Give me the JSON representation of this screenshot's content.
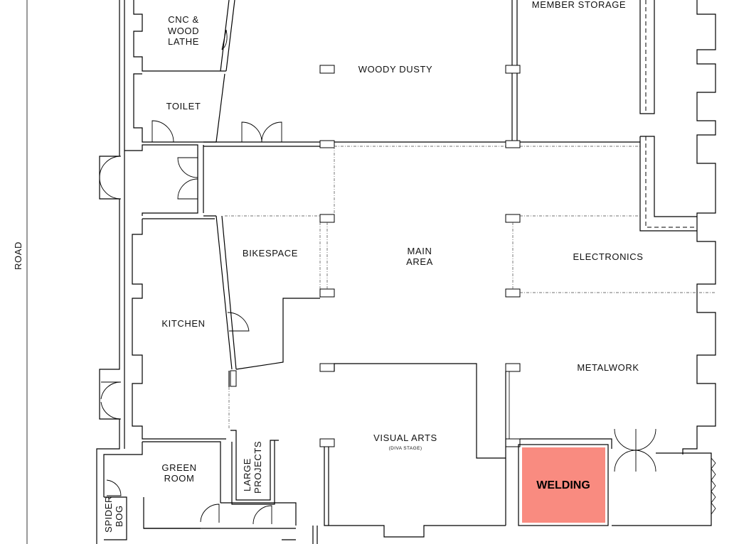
{
  "plan": {
    "road_label": "ROAD",
    "rooms": {
      "cnc": [
        "CNC &",
        "WOOD",
        "LATHE"
      ],
      "toilet": "TOILET",
      "woody_dusty": "WOODY  DUSTY",
      "member_storage": "MEMBER STORAGE",
      "bikespace": "BIKESPACE",
      "main_area": [
        "MAIN",
        "AREA"
      ],
      "electronics": "ELECTRONICS",
      "kitchen": "KITCHEN",
      "metalwork": "METALWORK",
      "visual_arts": "VISUAL  ARTS",
      "visual_arts_sub": "(DIVA STAGE)",
      "green_room": [
        "GREEN",
        "ROOM"
      ],
      "large_projects": [
        "LARGE",
        "PROJECTS"
      ],
      "spider_bog": [
        "SPIDER",
        "BOG"
      ],
      "welding": "WELDING"
    },
    "colors": {
      "welding_fill": "#f98b80",
      "wall": "#000000",
      "background": "#ffffff"
    }
  }
}
